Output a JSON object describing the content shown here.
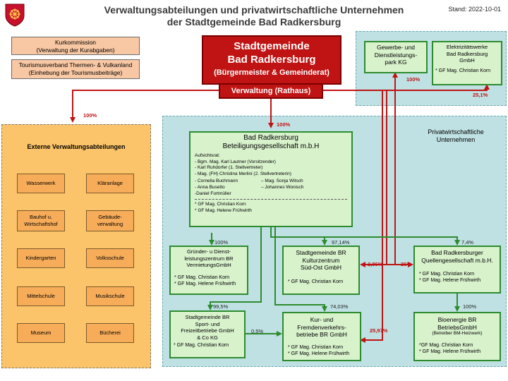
{
  "header": {
    "title_line1": "Verwaltungsabteilungen und privatwirtschaftliche Unternehmen",
    "title_line2": "der Stadtgemeinde Bad Radkersburg",
    "stand": "Stand: 2022-10-01"
  },
  "top_left": {
    "kurkommission": "Kurkommission\n(Verwaltung der Kurabgaben)",
    "tourismus": "Tourismusverband Thermen- & Vulkanland\n(Einhebung der Tourismusbeiträge)"
  },
  "main": {
    "line1": "Stadtgemeinde",
    "line2": "Bad Radkersburg",
    "line3": "(Bürgermeister & Gemeinderat)",
    "verwaltung": "Verwaltung (Rathaus)"
  },
  "private_label": "Privatwirtschaftliche\nUnternehmen",
  "gewerbe": "Gewerbe- und\nDienstleistungs-\npark KG",
  "elektro": {
    "name": "Elektrizitätswerke\nBad Radkersburg\nGmbH",
    "gf": "* GF Mag. Christian Korn"
  },
  "beteiligung": {
    "name": "Bad Radkersburg\nBeteiligungsgesellschaft m.b.H",
    "aufsicht": "Aufsichtsrat:\n- Bgm. Mag. Karl Lautner (Vorsitzender)\n- Karl Ruhdorfer (1. Stellvertreter)\n- Mag. (FH) Christina Merlini (2. Stellvertreterin)",
    "members_left": "-      Cornelia Buchmann\n-      Anna Busetto\n-Daniel Fortmüller",
    "members_right": "– Mag. Sonja Witsch\n– Johannes Wonisch",
    "gf": "* GF Mag. Christian Korn\n* GF Mag. Helene Frühwirth"
  },
  "externe": {
    "title": "Externe Verwaltungsabteilungen",
    "items": [
      "Wasserwerk",
      "Kläranlage",
      "Bauhof u.\nWirtschaftshof",
      "Gebäude-\nverwaltung",
      "Kindergarten",
      "Volksschule",
      "Mittelschule",
      "Musikschule",
      "Museum",
      "Bücherei"
    ]
  },
  "companies": {
    "gruender": {
      "name": "Gründer- u Dienst-\nleistungszentrum BR\nVermietungsGmbH",
      "gf": "* GF Mag. Christian Korn\n* GF Mag. Helene Frühwirth"
    },
    "kulturzentrum": {
      "name": "Stadtgemeinde BR\nKulturzentrum\nSüd-Ost GmbH",
      "gf": "* GF Mag. Christian Korn"
    },
    "quellen": {
      "name": "Bad Radkersburger\nQuellengesellschaft m.b.H.",
      "gf": "* GF Mag. Christian Korn\n* GF Mag. Helene Frühwirth"
    },
    "sport": {
      "name": "Stadtgemeinde BR\nSport- und\nFreizeitbetriebe GmbH\n& Co KG",
      "gf": "* GF Mag. Christian Korn"
    },
    "kur": {
      "name": "Kur- und\nFremdenverkehrs-\nbetriebe BR GmbH",
      "gf": "* GF Mag. Christian Korn\n* GF Mag. Helene Frühwirth"
    },
    "bioenergie": {
      "name": "Bioenergie BR\nBetriebsGmbH",
      "sub": "(Betreiber BM-Heizwerk)",
      "gf": "*GF Mag. Christian Korn\n* GF Mag. Helene Frühwirth"
    }
  },
  "percentages": {
    "externe": "100%",
    "beteiligung": "100%",
    "gewerbe": "100%",
    "elektro": "25,1%",
    "gruender": "100%",
    "kulturzentrum": "97,14%",
    "quellen": "7,4%",
    "kultur_quellen": "2,86%",
    "red_quellen": "26%",
    "bio": "100%",
    "sport": "99,5%",
    "kur": "74,03%",
    "sport_kur": "0,5%",
    "red_kur": "25,97%"
  },
  "colors": {
    "red": "#c01313",
    "green": "#2e8b2e",
    "teal": "#bfe1e3",
    "orange": "#fbc46a",
    "salmon": "#f8c7a3"
  }
}
